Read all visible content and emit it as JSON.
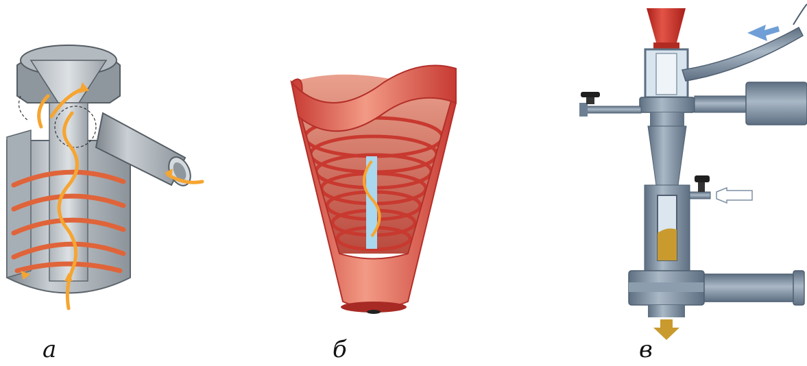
{
  "captions": {
    "a": "а",
    "b": "б",
    "c": "в"
  },
  "colors": {
    "steel": "#9aa3ac",
    "steel_dark": "#6d757d",
    "steel_light": "#c8ced3",
    "vortex": "#e0643a",
    "flow": "#f6a531",
    "cone_red": "#d9534a",
    "column_blue": "#a9d8ef",
    "apparatus": "#7d8fa3",
    "apparatus_dark": "#5d6f82",
    "funnel_red": "#c9342c",
    "inlet_arrow": "#6f9fd6",
    "outlet_arrow": "#c99a2e"
  },
  "icons": [
    "hydrocyclone-cutaway",
    "vortex-cone",
    "hydrocyclone-apparatus"
  ]
}
